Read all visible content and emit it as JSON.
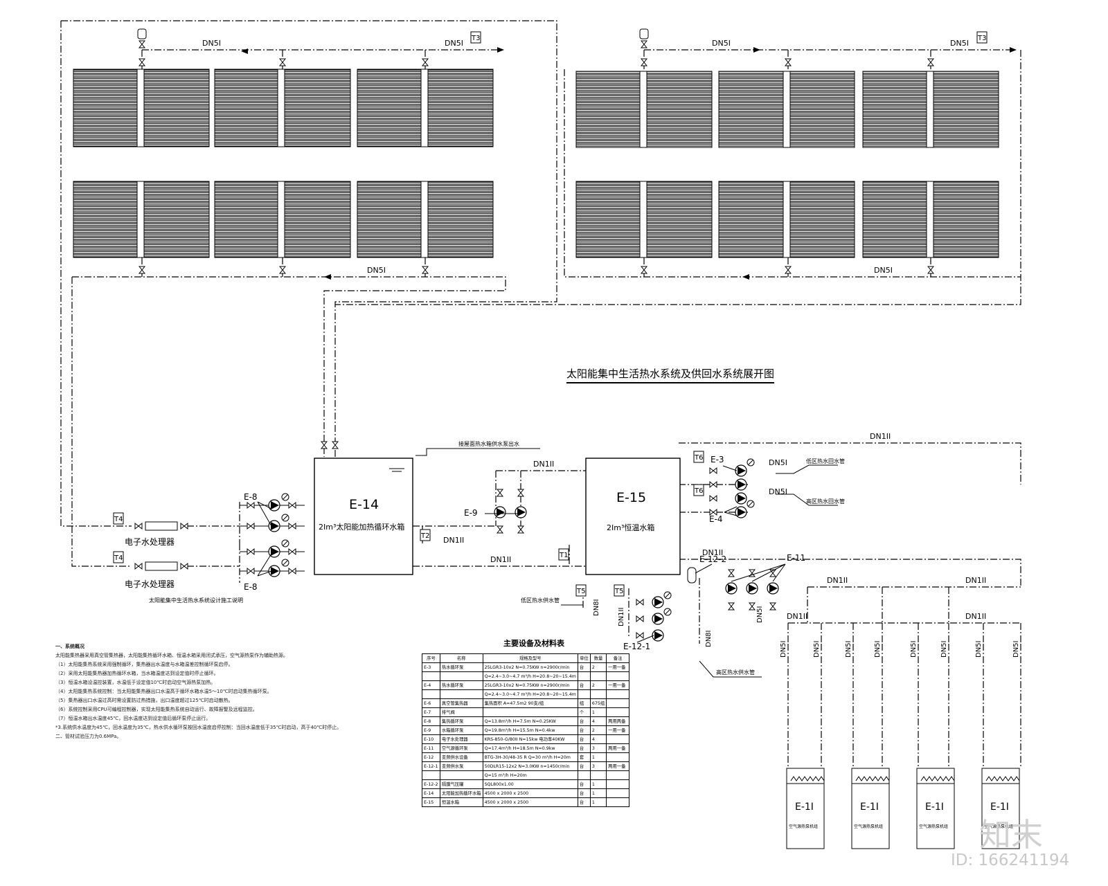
{
  "diagram_title": "太阳能集中生活热水系统及供回水系统展开图",
  "pipe_labels": {
    "dn50": "DN5I",
    "dn100": "DN1II",
    "dn80": "DN8I"
  },
  "sensors": {
    "t1": "T1",
    "t2": "T2",
    "t3": "T3",
    "t4": "T4",
    "t5": "T5",
    "t6": "T6"
  },
  "tank_e14": {
    "tag": "E-14",
    "label": "2Im³太阳能加热循环水箱"
  },
  "tank_e15": {
    "tag": "E-15",
    "label": "2Im³恒温水箱"
  },
  "equipment_tags": {
    "e8": "E-8",
    "e9": "E-9",
    "e3": "E-3",
    "e4": "E-4",
    "e11": "E-11",
    "e12_2": "E-12-2",
    "e12_1": "E-12-1",
    "e1": "E-1I"
  },
  "pipe_callouts": {
    "makeup": "接屋面热水箱供水泵出水",
    "low_return": "低区热水回水管",
    "high_return": "高区热水回水管",
    "low_supply": "低区热水供水管",
    "high_supply": "高区热水供水管"
  },
  "device_labels": {
    "electronic_treater": "电子水处理器",
    "air_source_unit": "空气源热泵机组"
  },
  "notes": {
    "heading": "太阳能集中生活热水系统设计施工说明",
    "section1_title": "一、系统概况",
    "lines": [
      "太阳能集热器采用真空管集热器，太阳能集热循环水箱、恒温水箱采用闭式承压，空气源热泵作为辅助热源。",
      "（1）太阳能集热系统采用强制循环，集热器出水温度与水箱温差控制循环泵启停。",
      "（2）采用太阳能集热器加热循环水箱，当水箱温度达到设定值时停止循环。",
      "（3）恒温水箱设温控装置，水温低于设定值10℃时启动空气源热泵加热。",
      "（4）太阳能集热系统控制：当太阳能集热器出口水温高于循环水箱水温5～10℃时启动集热循环泵。",
      "（5）集热器出口水温过高时需设置防过热措施，出口温度超过125℃时启动散热。",
      "（6）系统控制采用CPU可编程控制器，实现太阳能集热系统自动运行、故障报警及远程监控。",
      "（7）恒温水箱出水温度45℃，回水温度达到设定值后循环泵停止运行。",
      "*3.系统供水温度为45℃，回水温度为35℃，热水供水循环泵按回水温度启停控制：当回水温度低于35℃时启动，高于40℃时停止。",
      "二、管材试验压力为0.6MPa。"
    ]
  },
  "equipment_table": {
    "title": "主要设备及材料表",
    "columns": [
      "序号",
      "名称",
      "规格及型号",
      "单位",
      "数量",
      "备注"
    ],
    "rows": [
      [
        "E-3",
        "热水循环泵",
        "25LGR3-10x2    N=0.75KW    n=2900r/min",
        "台",
        "2",
        "一用一备"
      ],
      [
        "",
        "",
        "Q=2.4~3.0~4.7 m³/h H=20.8~20~15.4m",
        "",
        "",
        ""
      ],
      [
        "E-4",
        "热水循环泵",
        "25LGR3-10x2    N=0.75KW    n=2900r/min",
        "台",
        "2",
        "一用一备"
      ],
      [
        "",
        "",
        "Q=2.4~3.0~4.7 m³/h H=20.8~20~15.4m",
        "",
        "",
        ""
      ],
      [
        "E-6",
        "真空管集热器",
        "集热面积 A=47.5m2          90支/组",
        "组",
        "675组",
        ""
      ],
      [
        "E-7",
        "排气阀",
        "",
        "个",
        "1",
        ""
      ],
      [
        "E-8",
        "集热循环泵",
        "Q=13.8m³/h H=7.5m N=0.25KW",
        "台",
        "4",
        "两用两备"
      ],
      [
        "E-9",
        "水箱循环泵",
        "Q=19.8m³/h H=15.5m N=0.4kw",
        "台",
        "2",
        "一用一备"
      ],
      [
        "E-10",
        "电子水处理器",
        "KRS-850-G/80II N=15kw  电功率40KW",
        "台",
        "4",
        ""
      ],
      [
        "E-11",
        "空气源循环泵",
        "Q=17.4m³/h H=18.5m N=0.9kw",
        "台",
        "3",
        "两用一备"
      ],
      [
        "E-12",
        "变频供水设备",
        "BTG-3H-30/48-35 R    Q=30 m³/h H=20m",
        "套",
        "1",
        ""
      ],
      [
        "E-12-1",
        "变频供水泵",
        "50DLR15-12x2    N=3.0KW    n=1450r/min",
        "台",
        "3",
        "两用一备"
      ],
      [
        "",
        "",
        "Q=15 m³/h H=20m",
        "",
        "",
        ""
      ],
      [
        "E-12-2",
        "隔膜气压罐",
        "SQL800x1.00",
        "台",
        "1",
        ""
      ],
      [
        "E-14",
        "太阳能加热循环水箱",
        "4500 x 2000 x 2500",
        "台",
        "1",
        ""
      ],
      [
        "E-15",
        "恒温水箱",
        "4500 x 2000 x 2500",
        "台",
        "1",
        ""
      ]
    ]
  },
  "watermark": {
    "brand": "知末",
    "id": "ID: 166241194"
  }
}
